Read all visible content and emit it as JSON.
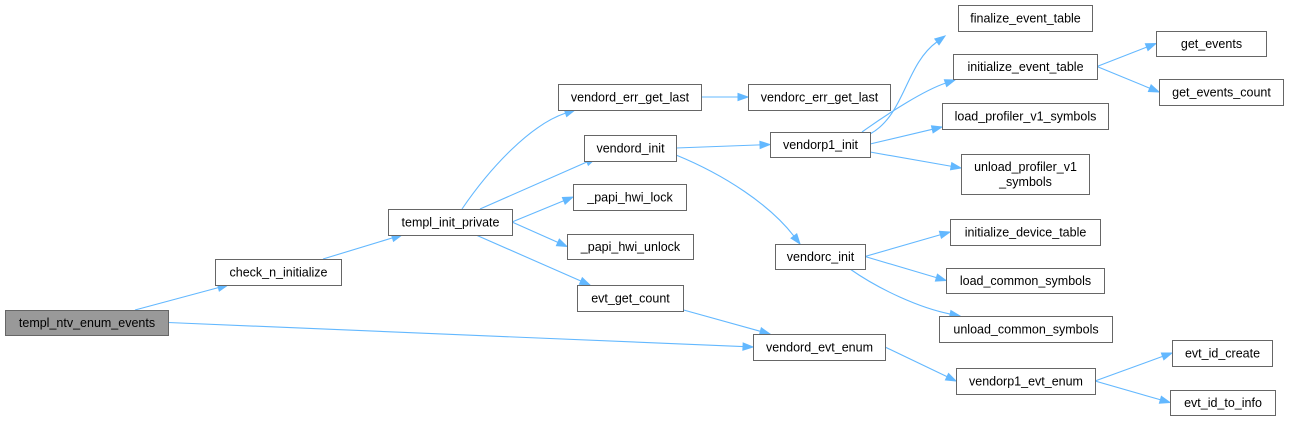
{
  "graph": {
    "nodes": [
      {
        "id": "templ_ntv_enum_events",
        "label": "templ_ntv_enum_events",
        "highlight": true
      },
      {
        "id": "check_n_initialize",
        "label": "check_n_initialize"
      },
      {
        "id": "templ_init_private",
        "label": "templ_init_private"
      },
      {
        "id": "vendord_err_get_last",
        "label": "vendord_err_get_last"
      },
      {
        "id": "vendorc_err_get_last",
        "label": "vendorc_err_get_last"
      },
      {
        "id": "vendord_init",
        "label": "vendord_init"
      },
      {
        "id": "vendorp1_init",
        "label": "vendorp1_init"
      },
      {
        "id": "papi_hwi_lock",
        "label": "_papi_hwi_lock"
      },
      {
        "id": "papi_hwi_unlock",
        "label": "_papi_hwi_unlock"
      },
      {
        "id": "evt_get_count",
        "label": "evt_get_count"
      },
      {
        "id": "finalize_event_table",
        "label": "finalize_event_table"
      },
      {
        "id": "initialize_event_table",
        "label": "initialize_event_table"
      },
      {
        "id": "get_events",
        "label": "get_events"
      },
      {
        "id": "get_events_count",
        "label": "get_events_count"
      },
      {
        "id": "load_profiler_v1_symbols",
        "label": "load_profiler_v1_symbols"
      },
      {
        "id": "unload_profiler_v1_symbols",
        "label": "unload_profiler_v1\n_symbols"
      },
      {
        "id": "vendorc_init",
        "label": "vendorc_init"
      },
      {
        "id": "initialize_device_table",
        "label": "initialize_device_table"
      },
      {
        "id": "load_common_symbols",
        "label": "load_common_symbols"
      },
      {
        "id": "unload_common_symbols",
        "label": "unload_common_symbols"
      },
      {
        "id": "vendord_evt_enum",
        "label": "vendord_evt_enum"
      },
      {
        "id": "vendorp1_evt_enum",
        "label": "vendorp1_evt_enum"
      },
      {
        "id": "evt_id_create",
        "label": "evt_id_create"
      },
      {
        "id": "evt_id_to_info",
        "label": "evt_id_to_info"
      }
    ],
    "edges": [
      {
        "from": "templ_ntv_enum_events",
        "to": "check_n_initialize"
      },
      {
        "from": "templ_ntv_enum_events",
        "to": "vendord_evt_enum"
      },
      {
        "from": "check_n_initialize",
        "to": "templ_init_private"
      },
      {
        "from": "templ_init_private",
        "to": "vendord_err_get_last"
      },
      {
        "from": "templ_init_private",
        "to": "vendord_init"
      },
      {
        "from": "templ_init_private",
        "to": "papi_hwi_lock"
      },
      {
        "from": "templ_init_private",
        "to": "papi_hwi_unlock"
      },
      {
        "from": "templ_init_private",
        "to": "evt_get_count"
      },
      {
        "from": "vendord_err_get_last",
        "to": "vendorc_err_get_last"
      },
      {
        "from": "vendord_init",
        "to": "vendorp1_init"
      },
      {
        "from": "vendord_init",
        "to": "vendorc_init"
      },
      {
        "from": "vendorp1_init",
        "to": "finalize_event_table"
      },
      {
        "from": "vendorp1_init",
        "to": "initialize_event_table"
      },
      {
        "from": "vendorp1_init",
        "to": "load_profiler_v1_symbols"
      },
      {
        "from": "vendorp1_init",
        "to": "unload_profiler_v1_symbols"
      },
      {
        "from": "initialize_event_table",
        "to": "get_events"
      },
      {
        "from": "initialize_event_table",
        "to": "get_events_count"
      },
      {
        "from": "vendorc_init",
        "to": "initialize_device_table"
      },
      {
        "from": "vendorc_init",
        "to": "load_common_symbols"
      },
      {
        "from": "vendorc_init",
        "to": "unload_common_symbols"
      },
      {
        "from": "evt_get_count",
        "to": "vendord_evt_enum"
      },
      {
        "from": "vendord_evt_enum",
        "to": "vendorp1_evt_enum"
      },
      {
        "from": "vendorp1_evt_enum",
        "to": "evt_id_create"
      },
      {
        "from": "vendorp1_evt_enum",
        "to": "evt_id_to_info"
      }
    ]
  },
  "colors": {
    "edge": "#63b8ff",
    "node_border": "#666666",
    "node_fill": "#ffffff",
    "root_fill": "#999999"
  }
}
